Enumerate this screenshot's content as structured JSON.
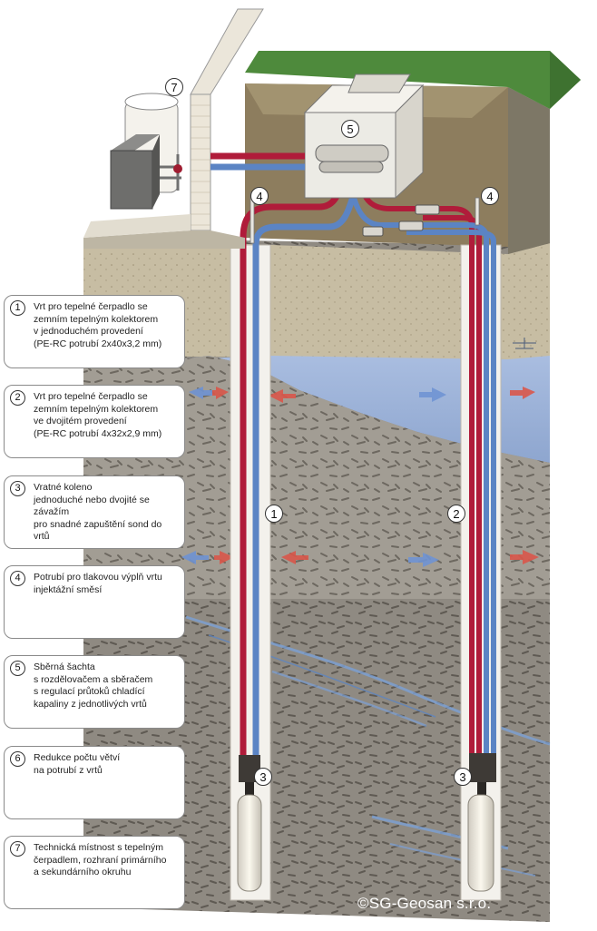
{
  "legend": [
    {
      "num": "1",
      "text": "Vrt pro tepelné čerpadlo se\nzemním tepelným kolektorem\nv jednoduchém provedení\n(PE-RC potrubí 2x40x3,2 mm)"
    },
    {
      "num": "2",
      "text": "Vrt pro tepelné čerpadlo se\nzemním tepelným kolektorem\nve dvojitém provedení\n(PE-RC potrubí 4x32x2,9 mm)"
    },
    {
      "num": "3",
      "text": "Vratné koleno\njednoduché nebo dvojité se závažím\npro snadné zapuštění sond do vrtů"
    },
    {
      "num": "4",
      "text": "Potrubí pro tlakovou výplň vrtu\ninjektážní směsí"
    },
    {
      "num": "5",
      "text": "Sběrná šachta\ns rozdělovačem a sběračem\ns regulací průtoků chladící\nkapaliny z jednotlivých vrtů"
    },
    {
      "num": "6",
      "text": "Redukce počtu větví\nna potrubí z vrtů"
    },
    {
      "num": "7",
      "text": "Technická místnost s tepelným\nčerpadlem, rozhraní primárního\na sekundárního okruhu"
    }
  ],
  "callouts": [
    "7",
    "5",
    "4",
    "4",
    "1",
    "2",
    "3",
    "3"
  ],
  "copyright": "©SG-Geosan s.r.o.",
  "colors": {
    "supply_pipe": "#b01c3a",
    "return_pipe": "#5b84c4",
    "groundwater": "#9fb3d6",
    "rock": "#9c9890",
    "soil": "#c9bfa6",
    "grass": "#4e8a3c"
  }
}
